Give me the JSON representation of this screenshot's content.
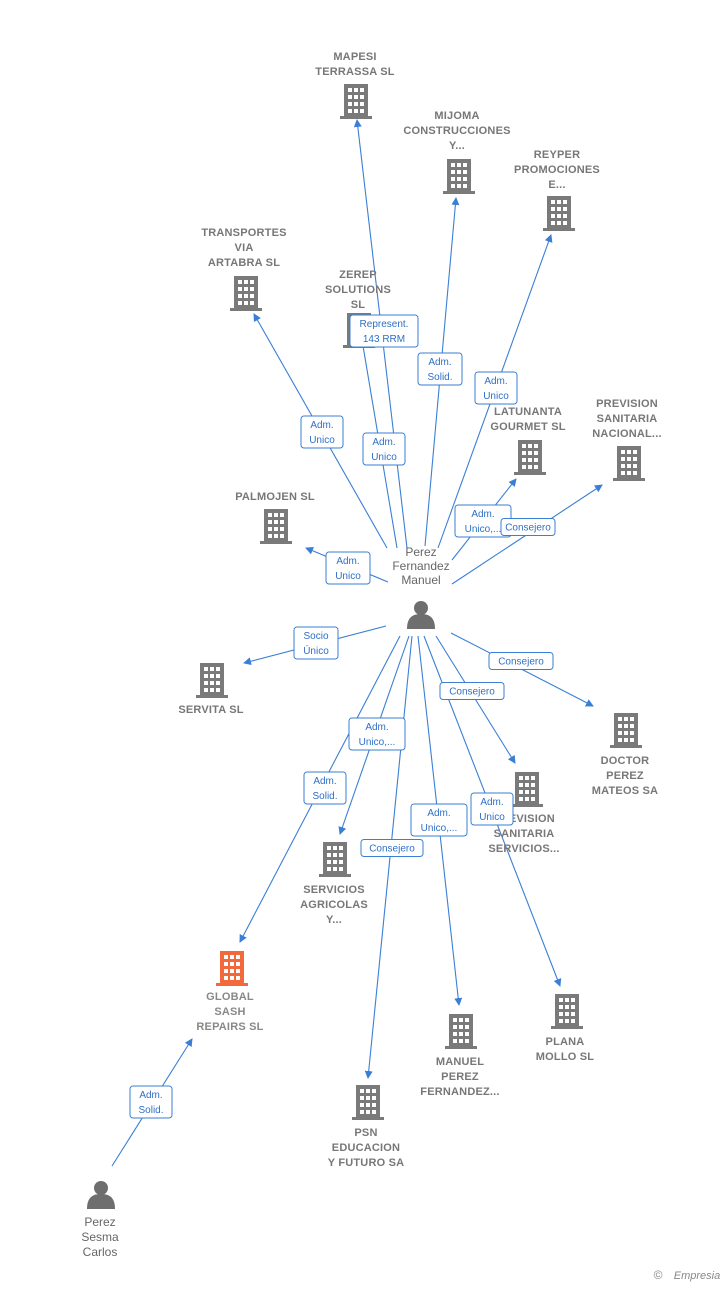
{
  "center": {
    "lines": [
      "Perez",
      "Fernandez",
      "Manuel"
    ]
  },
  "companies": [
    {
      "id": "mapesi",
      "lines": [
        "MAPESI",
        "TERRASSA SL"
      ],
      "highlight": false
    },
    {
      "id": "mijoma",
      "lines": [
        "MIJOMA",
        "CONSTRUCCIONES",
        "Y..."
      ],
      "highlight": false
    },
    {
      "id": "reyper",
      "lines": [
        "REYPER",
        "PROMOCIONES",
        "E..."
      ],
      "highlight": false
    },
    {
      "id": "transportes",
      "lines": [
        "TRANSPORTES",
        "VIA",
        "ARTABRA  SL"
      ],
      "highlight": false
    },
    {
      "id": "zerep",
      "lines": [
        "ZEREP",
        "SOLUTIONS",
        "SL"
      ],
      "highlight": false
    },
    {
      "id": "latunanta",
      "lines": [
        "LATUNANTA",
        "GOURMET  SL"
      ],
      "highlight": false
    },
    {
      "id": "prevision-nacional",
      "lines": [
        "PREVISION",
        "SANITARIA",
        "NACIONAL..."
      ],
      "highlight": false
    },
    {
      "id": "palmojen",
      "lines": [
        "PALMOJEN  SL"
      ],
      "highlight": false
    },
    {
      "id": "servita",
      "lines": [
        "SERVITA SL"
      ],
      "highlight": false
    },
    {
      "id": "doctor-perez",
      "lines": [
        "DOCTOR",
        "PEREZ",
        "MATEOS SA"
      ],
      "highlight": false
    },
    {
      "id": "prevision-servicios",
      "lines": [
        "PREVISION",
        "SANITARIA",
        "SERVICIOS..."
      ],
      "highlight": false
    },
    {
      "id": "servicios-agricolas",
      "lines": [
        "SERVICIOS",
        "AGRICOLAS",
        "Y..."
      ],
      "highlight": false
    },
    {
      "id": "global-sash",
      "lines": [
        "GLOBAL",
        "SASH",
        "REPAIRS  SL"
      ],
      "highlight": true
    },
    {
      "id": "plana-mollo",
      "lines": [
        "PLANA",
        "MOLLO SL"
      ],
      "highlight": false
    },
    {
      "id": "manuel-perez",
      "lines": [
        "MANUEL",
        "PEREZ",
        "FERNANDEZ..."
      ],
      "highlight": false
    },
    {
      "id": "psn-educacion",
      "lines": [
        "PSN",
        "EDUCACION",
        "Y FUTURO SA"
      ],
      "highlight": false
    }
  ],
  "persons": [
    {
      "id": "perez-sesma",
      "lines": [
        "Perez",
        "Sesma",
        "Carlos"
      ]
    }
  ],
  "relations": [
    {
      "to": "mapesi",
      "lines": [
        "Represent.",
        "143 RRM"
      ]
    },
    {
      "to": "mijoma",
      "lines": [
        "Adm.",
        "Solid."
      ]
    },
    {
      "to": "reyper",
      "lines": [
        "Adm.",
        "Unico"
      ]
    },
    {
      "to": "transportes",
      "lines": [
        "Adm.",
        "Unico"
      ]
    },
    {
      "to": "zerep",
      "lines": [
        "Adm.",
        "Unico"
      ]
    },
    {
      "to": "latunanta",
      "lines": [
        "Adm.",
        "Unico,..."
      ]
    },
    {
      "to": "prevision-nacional",
      "lines": [
        "Consejero"
      ]
    },
    {
      "to": "palmojen",
      "lines": [
        "Adm.",
        "Unico"
      ]
    },
    {
      "to": "servita",
      "lines": [
        "Socio",
        "Único"
      ]
    },
    {
      "to": "doctor-perez",
      "lines": [
        "Consejero"
      ]
    },
    {
      "to": "prevision-servicios",
      "lines": [
        "Consejero"
      ]
    },
    {
      "to": "servicios-agricolas",
      "lines": [
        "Adm.",
        "Unico,..."
      ]
    },
    {
      "to": "global-sash",
      "lines": [
        "Adm.",
        "Solid."
      ]
    },
    {
      "to": "plana-mollo",
      "lines": [
        "Adm.",
        "Unico"
      ]
    },
    {
      "to": "manuel-perez",
      "lines": [
        "Adm.",
        "Unico,..."
      ]
    },
    {
      "to": "psn-educacion",
      "lines": [
        "Consejero"
      ]
    },
    {
      "from": "perez-sesma",
      "to": "global-sash",
      "lines": [
        "Adm.",
        "Solid."
      ]
    }
  ],
  "footer": {
    "copyright": "©",
    "brand": "Empresia"
  },
  "colors": {
    "edge": "#3a7fd5",
    "building": "#7a7a7a",
    "highlight": "#f26a3c",
    "person": "#6e6e6e"
  }
}
